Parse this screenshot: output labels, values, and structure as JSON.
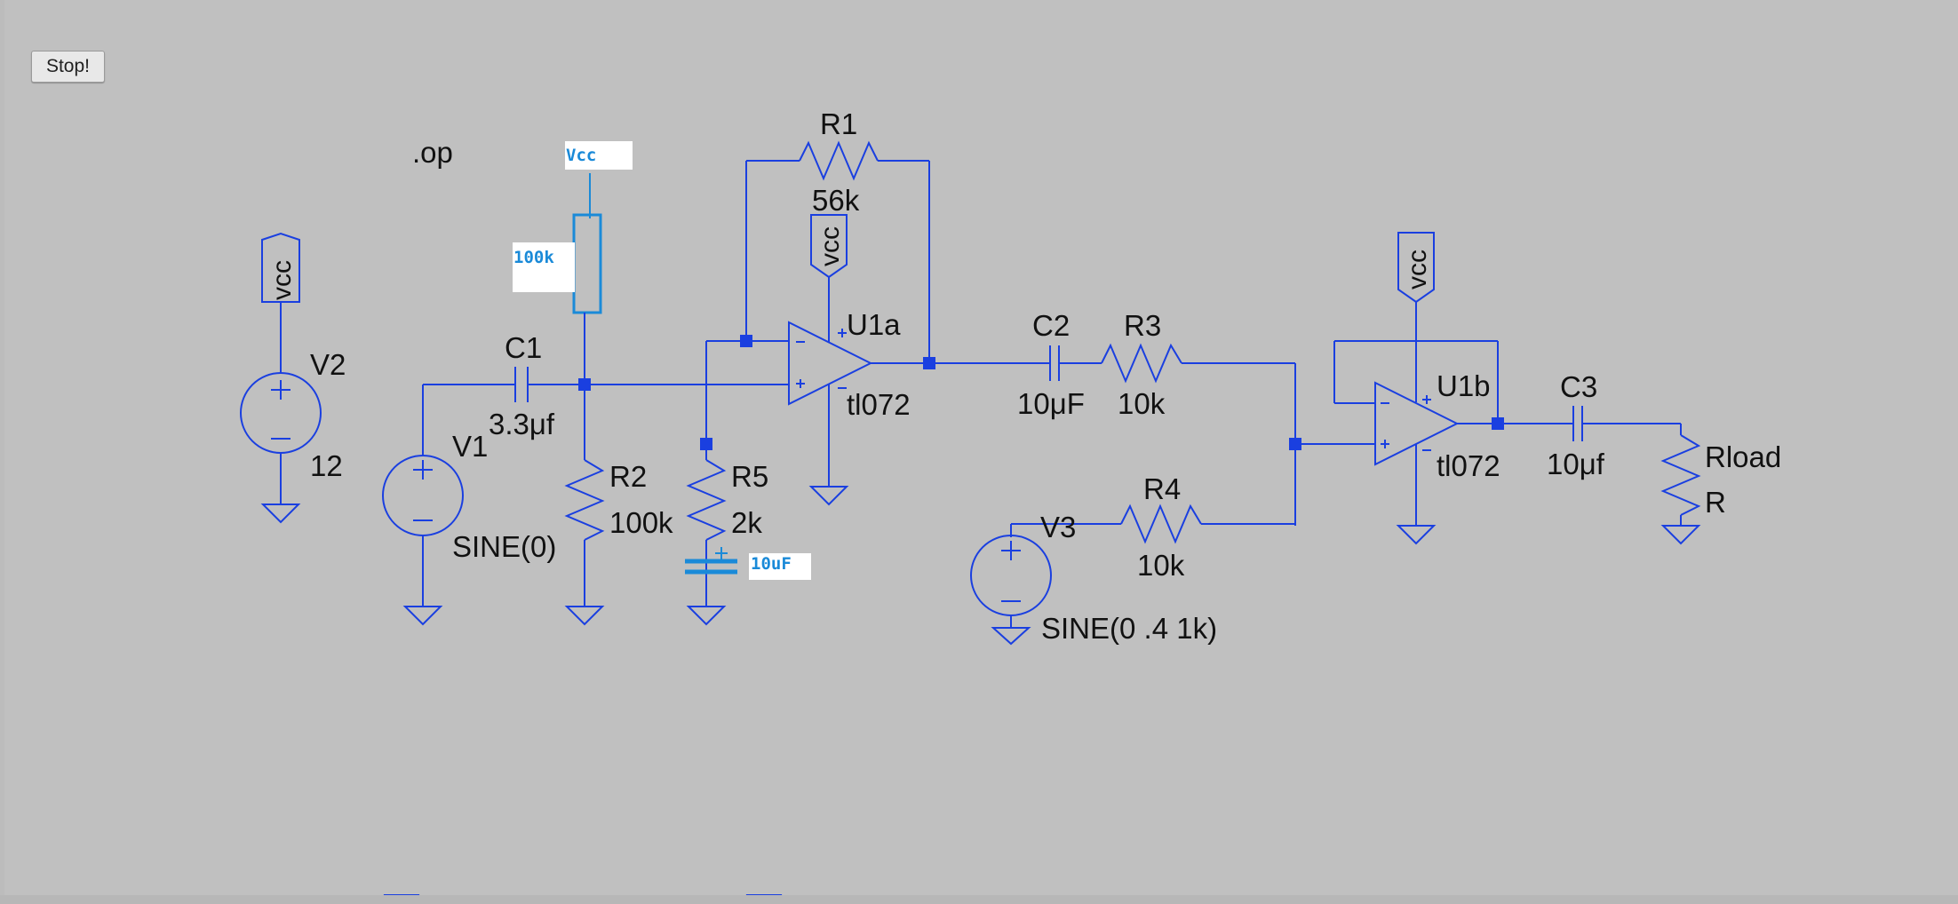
{
  "toolbar": {
    "stop_label": "Stop!"
  },
  "directive": ".op",
  "net_flags": {
    "vcc": "vcc"
  },
  "overlay": {
    "vcc_text": "Vcc",
    "resistor_value": "100k",
    "cap_value": "10uF"
  },
  "components": {
    "V2": {
      "name": "V2",
      "value": "12"
    },
    "V1": {
      "name": "V1",
      "value": "SINE(0)"
    },
    "C1": {
      "name": "C1",
      "value": "3.3μf"
    },
    "R2": {
      "name": "R2",
      "value": "100k"
    },
    "R5": {
      "name": "R5",
      "value": "2k"
    },
    "R1": {
      "name": "R1",
      "value": "56k"
    },
    "U1a": {
      "name": "U1a",
      "value": "tl072"
    },
    "C2": {
      "name": "C2",
      "value": "10μF"
    },
    "R3": {
      "name": "R3",
      "value": "10k"
    },
    "R4": {
      "name": "R4",
      "value": "10k"
    },
    "V3": {
      "name": "V3",
      "value": "SINE(0 .4 1k)"
    },
    "U1b": {
      "name": "U1b",
      "value": "tl072"
    },
    "C3": {
      "name": "C3",
      "value": "10μf"
    },
    "Rload": {
      "name": "Rload",
      "value": "R"
    }
  },
  "colors": {
    "background": "#c0c0c0",
    "wire": "#1a3fe0",
    "overlay": "#1a8ad8"
  }
}
